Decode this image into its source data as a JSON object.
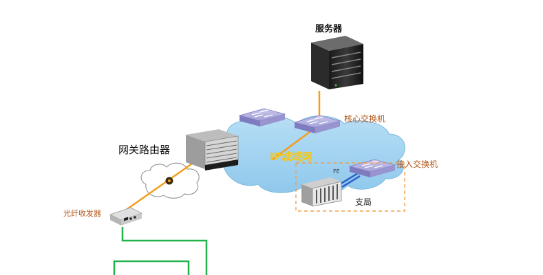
{
  "labels": {
    "server": "服务器",
    "core_switch": "核心交换机",
    "gateway_router": "网关路由器",
    "ip_metro": "IP城域网",
    "access_switch": "接入交换机",
    "fe": "FE",
    "branch": "支局",
    "fiber_transceiver": "光纤收发器"
  },
  "colors": {
    "cloud_blue": "#a9d7f2",
    "fiber_orange": "#f39c1e",
    "green_line": "#22b24c",
    "dashed_box": "#f0a04b",
    "label_brown": "#b0561a",
    "ip_label": "#f7c512",
    "switch_purple": "#a7a4d8"
  },
  "icons": {
    "server": "server-icon",
    "switch": "switch-icon",
    "router": "router-icon",
    "dslam": "dslam-icon",
    "transceiver": "transceiver-icon"
  }
}
